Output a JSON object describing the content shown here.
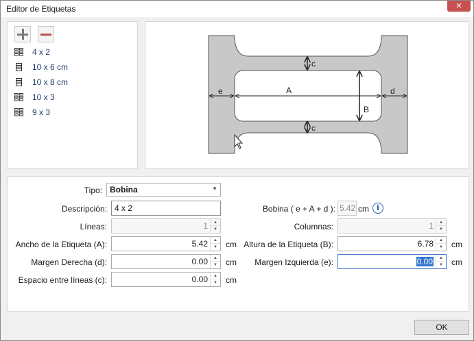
{
  "window": {
    "title": "Editor de Etiquetas",
    "close_glyph": "✕"
  },
  "toolbar": {
    "add_icon": "plus-icon",
    "remove_icon": "minus-icon"
  },
  "label_list": [
    {
      "label": "4 x 2",
      "icon": "grid-icon"
    },
    {
      "label": "10 x 6 cm",
      "icon": "grid-icon"
    },
    {
      "label": "10 x 8 cm",
      "icon": "grid-icon"
    },
    {
      "label": "10 x 3",
      "icon": "grid-icon"
    },
    {
      "label": "9 x 3",
      "icon": "grid-icon"
    }
  ],
  "diagram": {
    "labels": {
      "a": "A",
      "b": "B",
      "c_top": "c",
      "c_bottom": "c",
      "d": "d",
      "e": "e"
    }
  },
  "form": {
    "tipo": {
      "label": "Tipo:",
      "value": "Bobina"
    },
    "descripcion": {
      "label": "Descripción:",
      "value": "4 x 2"
    },
    "bobina": {
      "label": "Bobina ( e + A + d ):",
      "value": "5.42",
      "unit": "cm"
    },
    "lineas": {
      "label": "Líneas:",
      "value": "1"
    },
    "columnas": {
      "label": "Columnas:",
      "value": "1"
    },
    "ancho": {
      "label": "Ancho de la Etiqueta (A):",
      "value": "5.42",
      "unit": "cm"
    },
    "altura": {
      "label": "Altura de la Etiqueta (B):",
      "value": "6.78",
      "unit": "cm"
    },
    "margen_derecha": {
      "label": "Margen Derecha (d):",
      "value": "0.00",
      "unit": "cm"
    },
    "margen_izquierda": {
      "label": "Margen Izquierda (e):",
      "value": "0.00",
      "unit": "cm"
    },
    "espacio": {
      "label": "Espacio entre líneas (c):",
      "value": "0.00",
      "unit": "cm"
    }
  },
  "buttons": {
    "ok": "OK"
  },
  "colors": {
    "shape_fill": "#c8c8c8",
    "label_fill": "#ffffff",
    "list_text": "#1e3c6e",
    "accent": "#3176d1"
  }
}
